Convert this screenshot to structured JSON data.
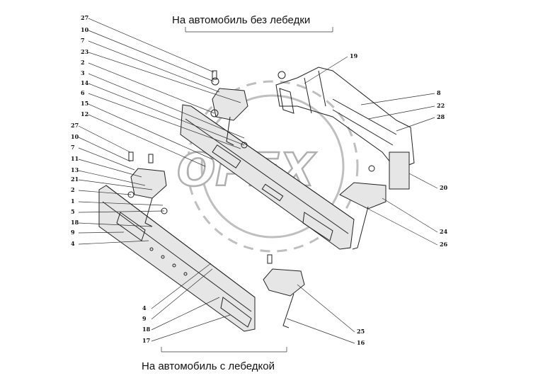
{
  "captions": {
    "top": "На автомобиль без лебедки",
    "bottom": "На автомобиль с лебедкой"
  },
  "logo": {
    "text": "OPEX",
    "color": "#b0b0b0"
  },
  "callouts_left_top": [
    "27",
    "10",
    "7",
    "23",
    "2",
    "3",
    "14",
    "6",
    "15",
    "12"
  ],
  "callouts_left_mid": [
    "27",
    "10",
    "7",
    "11",
    "13",
    "21",
    "2",
    "1",
    "5",
    "18",
    "9",
    "4"
  ],
  "callouts_right": [
    "19",
    "8",
    "22",
    "28",
    "20",
    "24",
    "26"
  ],
  "callouts_bottom": [
    "4",
    "9",
    "18",
    "17",
    "25",
    "16"
  ]
}
